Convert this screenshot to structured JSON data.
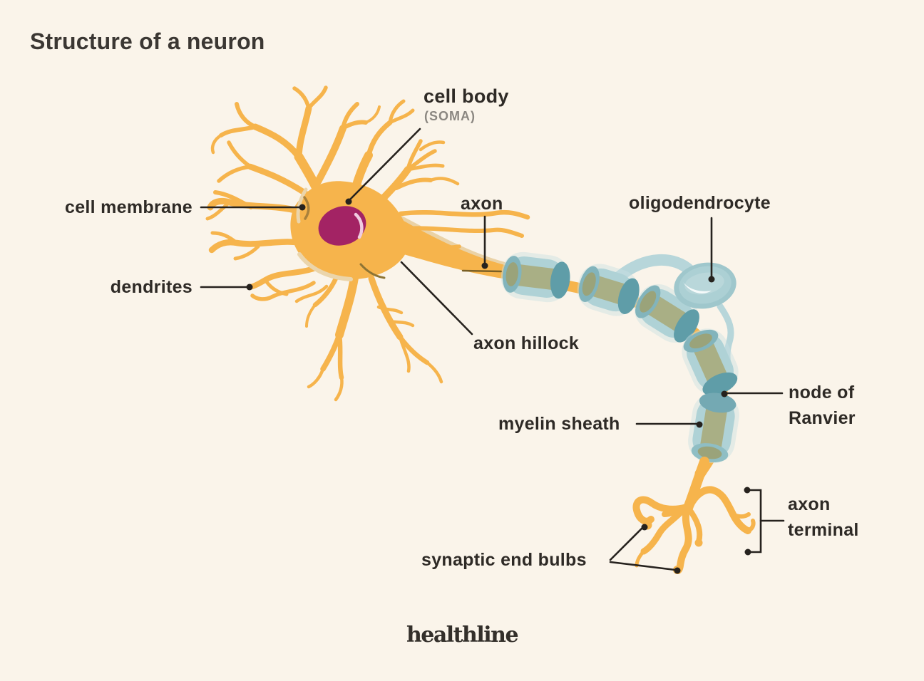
{
  "title": "Structure of a neuron",
  "labels": {
    "cell_body": "cell body",
    "cell_body_sub": "(SOMA)",
    "cell_membrane": "cell membrane",
    "dendrites": "dendrites",
    "axon": "axon",
    "axon_hillock": "axon hillock",
    "oligodendrocyte": "oligodendrocyte",
    "myelin_sheath": "myelin sheath",
    "node_of_ranvier": "node of Ranvier",
    "axon_terminal": "axon terminal",
    "synaptic_end_bulbs": "synaptic end bulbs"
  },
  "footer": {
    "brand": "healthline"
  },
  "colors": {
    "background": "#FAF4EA",
    "neuron_yellow": "#F6B44C",
    "cream_edge": "#EBD5AB",
    "nucleus_magenta": "#A32364",
    "myelin_tube_blue": "#AFD2D6",
    "myelin_cap_teal": "#5F9DA8",
    "axon_core_olive": "#A9AF85",
    "leader_line": "#26221E",
    "label_text": "#2E2A26",
    "sub_label_text": "#8B8781"
  }
}
